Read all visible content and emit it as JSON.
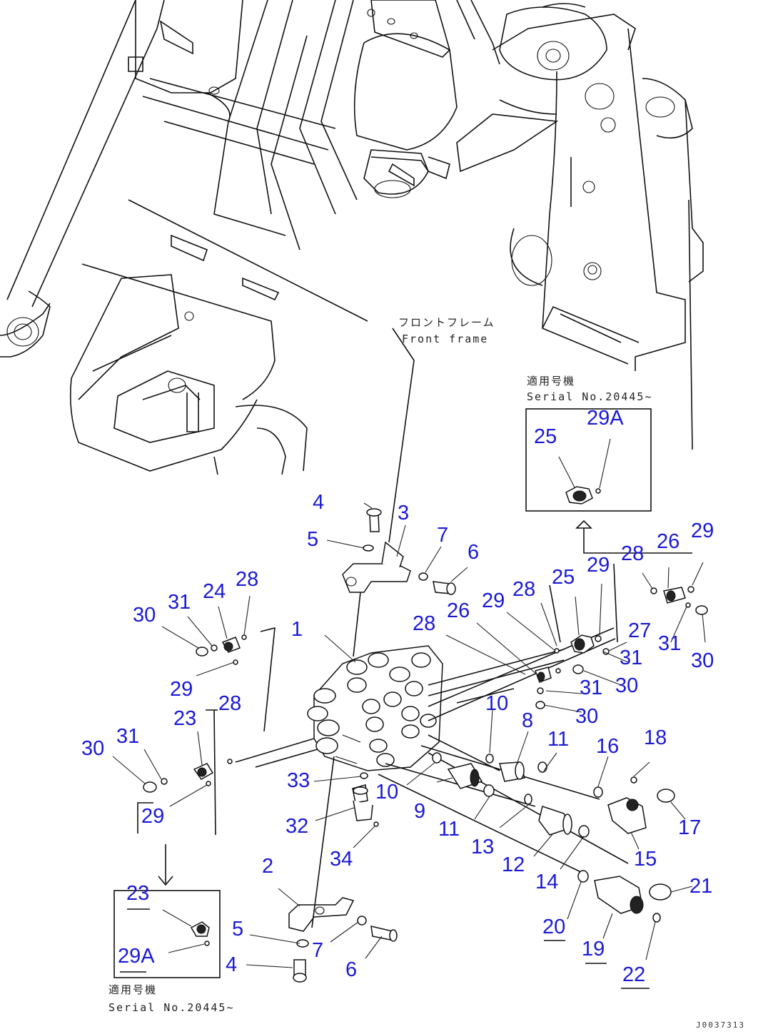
{
  "notes": {
    "front_frame_jp": "フロントフレーム",
    "front_frame_en": "Front frame",
    "applicable_jp_top": "適用号機",
    "serial_top": "Serial No.20445~",
    "applicable_jp_bottom": "適用号機",
    "serial_bottom": "Serial No.20445~"
  },
  "callouts": [
    {
      "id": "c4a",
      "label": "4"
    },
    {
      "id": "c3",
      "label": "3"
    },
    {
      "id": "c5a",
      "label": "5"
    },
    {
      "id": "c7a",
      "label": "7"
    },
    {
      "id": "c6a",
      "label": "6"
    },
    {
      "id": "c26a",
      "label": "26"
    },
    {
      "id": "c29a",
      "label": "29"
    },
    {
      "id": "c28a",
      "label": "28"
    },
    {
      "id": "c25a",
      "label": "25"
    },
    {
      "id": "c29b",
      "label": "29"
    },
    {
      "id": "c28b",
      "label": "28"
    },
    {
      "id": "c26b",
      "label": "26"
    },
    {
      "id": "c29c",
      "label": "29"
    },
    {
      "id": "c28c",
      "label": "28"
    },
    {
      "id": "c27",
      "label": "27"
    },
    {
      "id": "c31a",
      "label": "31"
    },
    {
      "id": "c31b",
      "label": "31"
    },
    {
      "id": "c30a",
      "label": "30"
    },
    {
      "id": "c31c",
      "label": "31"
    },
    {
      "id": "c30b",
      "label": "30"
    },
    {
      "id": "c30c",
      "label": "30"
    },
    {
      "id": "c30d",
      "label": "30"
    },
    {
      "id": "c31d",
      "label": "31"
    },
    {
      "id": "c24",
      "label": "24"
    },
    {
      "id": "c28d",
      "label": "28"
    },
    {
      "id": "c1",
      "label": "1"
    },
    {
      "id": "c29d",
      "label": "29"
    },
    {
      "id": "c23a",
      "label": "23"
    },
    {
      "id": "c28e",
      "label": "28"
    },
    {
      "id": "c30e",
      "label": "30"
    },
    {
      "id": "c31e",
      "label": "31"
    },
    {
      "id": "c29e",
      "label": "29"
    },
    {
      "id": "c10a",
      "label": "10"
    },
    {
      "id": "c8",
      "label": "8"
    },
    {
      "id": "c11a",
      "label": "11"
    },
    {
      "id": "c16",
      "label": "16"
    },
    {
      "id": "c18",
      "label": "18"
    },
    {
      "id": "c33",
      "label": "33"
    },
    {
      "id": "c10b",
      "label": "10"
    },
    {
      "id": "c9",
      "label": "9"
    },
    {
      "id": "c11b",
      "label": "11"
    },
    {
      "id": "c13",
      "label": "13"
    },
    {
      "id": "c17",
      "label": "17"
    },
    {
      "id": "c32",
      "label": "32"
    },
    {
      "id": "c15",
      "label": "15"
    },
    {
      "id": "c12",
      "label": "12"
    },
    {
      "id": "c34",
      "label": "34"
    },
    {
      "id": "c14",
      "label": "14"
    },
    {
      "id": "c2",
      "label": "2"
    },
    {
      "id": "c21",
      "label": "21"
    },
    {
      "id": "c23b",
      "label": "23"
    },
    {
      "id": "c20",
      "label": "20"
    },
    {
      "id": "c19",
      "label": "19"
    },
    {
      "id": "c5b",
      "label": "5"
    },
    {
      "id": "c7b",
      "label": "7"
    },
    {
      "id": "c29Ab",
      "label": "29A"
    },
    {
      "id": "c4b",
      "label": "4"
    },
    {
      "id": "c6b",
      "label": "6"
    },
    {
      "id": "c22",
      "label": "22"
    },
    {
      "id": "c25b",
      "label": "25"
    },
    {
      "id": "c29Aa",
      "label": "29A"
    }
  ],
  "doc_number": "J0037313"
}
